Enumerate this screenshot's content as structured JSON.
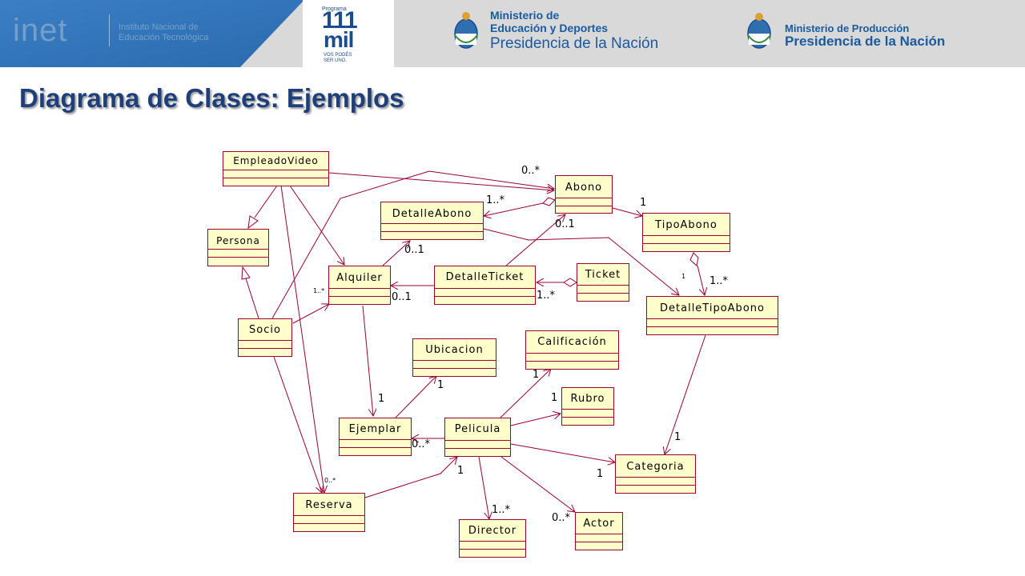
{
  "header": {
    "inet_logo": "inet",
    "inet_sub_line1": "Instituto Nacional de",
    "inet_sub_line2": "Educación Tecnológica",
    "program_small": "Programa",
    "program_num": "111",
    "program_mil": "mil",
    "program_tag_line1": "VOS PODÉS",
    "program_tag_line2": "SER UNO.",
    "ministry1_line1": "Ministerio de",
    "ministry1_line2": "Educación y Deportes",
    "ministry1_line3": "Presidencia de la Nación",
    "ministry2_line1": "Ministerio de Producción",
    "ministry2_line2": "Presidencia de la Nación",
    "colors": {
      "bar": "#d9d9d9",
      "accent_blue": "#1a5aa0",
      "inet_blue": "#4a8ccc"
    }
  },
  "page": {
    "title": "Diagrama de Clases: Ejemplos"
  },
  "diagram": {
    "classes": {
      "empleado_video": "EmpleadoVideo",
      "persona": "Persona",
      "socio": "Socio",
      "alquiler": "Alquiler",
      "detalle_abono": "DetalleAbono",
      "abono": "Abono",
      "tipo_abono": "TipoAbono",
      "detalle_ticket": "DetalleTicket",
      "ticket": "Ticket",
      "detalle_tipo_abono": "DetalleTipoAbono",
      "ubicacion": "Ubicacion",
      "calificacion": "Calificación",
      "rubro": "Rubro",
      "ejemplar": "Ejemplar",
      "pelicula": "Pelicula",
      "categoria": "Categoria",
      "reserva": "Reserva",
      "director": "Director",
      "actor": "Actor"
    },
    "multiplicities": {
      "m_abono_0n": "0..*",
      "m_detalleabono_1n": "1..*",
      "m_tipoabono_1": "1",
      "m_abono_01": "0..1",
      "m_alquiler_01a": "0..1",
      "m_alquiler_01b": "0..1",
      "m_alquiler_1n": "1..*",
      "m_ticket_1n": "1..*",
      "m_dta_1": "1",
      "m_dta_1n": "1..*",
      "m_ejemplar_1": "1",
      "m_ubicacion_1": "1",
      "m_calificacion_1": "1",
      "m_rubro_1": "1",
      "m_ejemplar_0n": "0..*",
      "m_categoria_1a": "1",
      "m_categoria_1b": "1",
      "m_pelicula_1": "1",
      "m_reserva_0n": "0..*",
      "m_director_1n": "1..*",
      "m_actor_0n": "0..*"
    }
  }
}
